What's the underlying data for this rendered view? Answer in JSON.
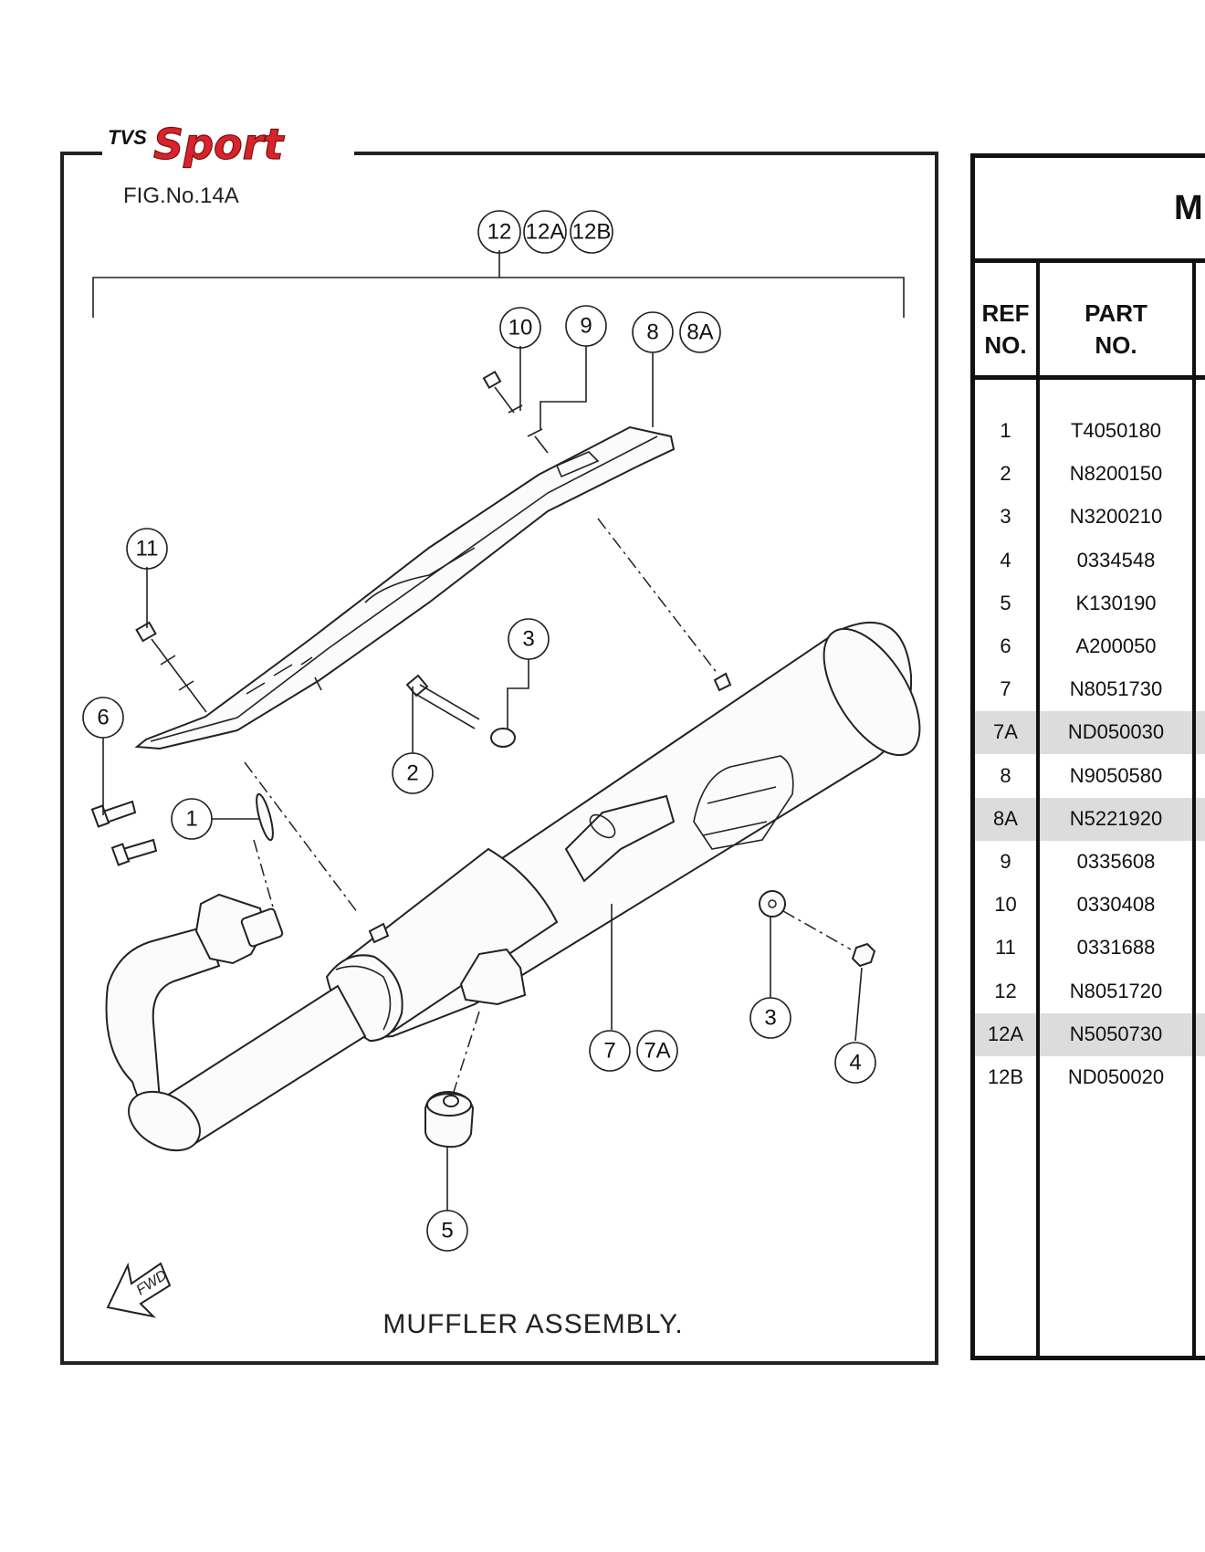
{
  "brand": {
    "logo_small": "TVS",
    "logo_main": "Sport"
  },
  "figure": {
    "fig_no": "FIG.No.14A",
    "caption": "MUFFLER ASSEMBLY.",
    "fwd_label": "FWD",
    "callouts": {
      "c12": "12",
      "c12a": "12A",
      "c12b": "12B",
      "c10": "10",
      "c9": "9",
      "c8": "8",
      "c8a": "8A",
      "c11": "11",
      "c3_upper": "3",
      "c6": "6",
      "c2": "2",
      "c1": "1",
      "c3_lower": "3",
      "c4": "4",
      "c7": "7",
      "c7a": "7A",
      "c5": "5"
    }
  },
  "table": {
    "title_fragment": "M",
    "headers": {
      "ref_line1": "REF",
      "ref_line2": "NO.",
      "part_line1": "PART",
      "part_line2": "NO."
    },
    "rows": [
      {
        "ref": "1",
        "part": "T4050180",
        "highlight": false
      },
      {
        "ref": "2",
        "part": "N8200150",
        "highlight": false
      },
      {
        "ref": "3",
        "part": "N3200210",
        "highlight": false
      },
      {
        "ref": "4",
        "part": "0334548",
        "highlight": false
      },
      {
        "ref": "5",
        "part": "K130190",
        "highlight": false
      },
      {
        "ref": "6",
        "part": "A200050",
        "highlight": false
      },
      {
        "ref": "7",
        "part": "N8051730",
        "highlight": false
      },
      {
        "ref": "7A",
        "part": "ND050030",
        "highlight": true
      },
      {
        "ref": "8",
        "part": "N9050580",
        "highlight": false
      },
      {
        "ref": "8A",
        "part": "N5221920",
        "highlight": true
      },
      {
        "ref": "9",
        "part": "0335608",
        "highlight": false
      },
      {
        "ref": "10",
        "part": "0330408",
        "highlight": false
      },
      {
        "ref": "11",
        "part": "0331688",
        "highlight": false
      },
      {
        "ref": "12",
        "part": "N8051720",
        "highlight": false
      },
      {
        "ref": "12A",
        "part": "N5050730",
        "highlight": true
      },
      {
        "ref": "12B",
        "part": "ND050020",
        "highlight": false
      }
    ]
  }
}
